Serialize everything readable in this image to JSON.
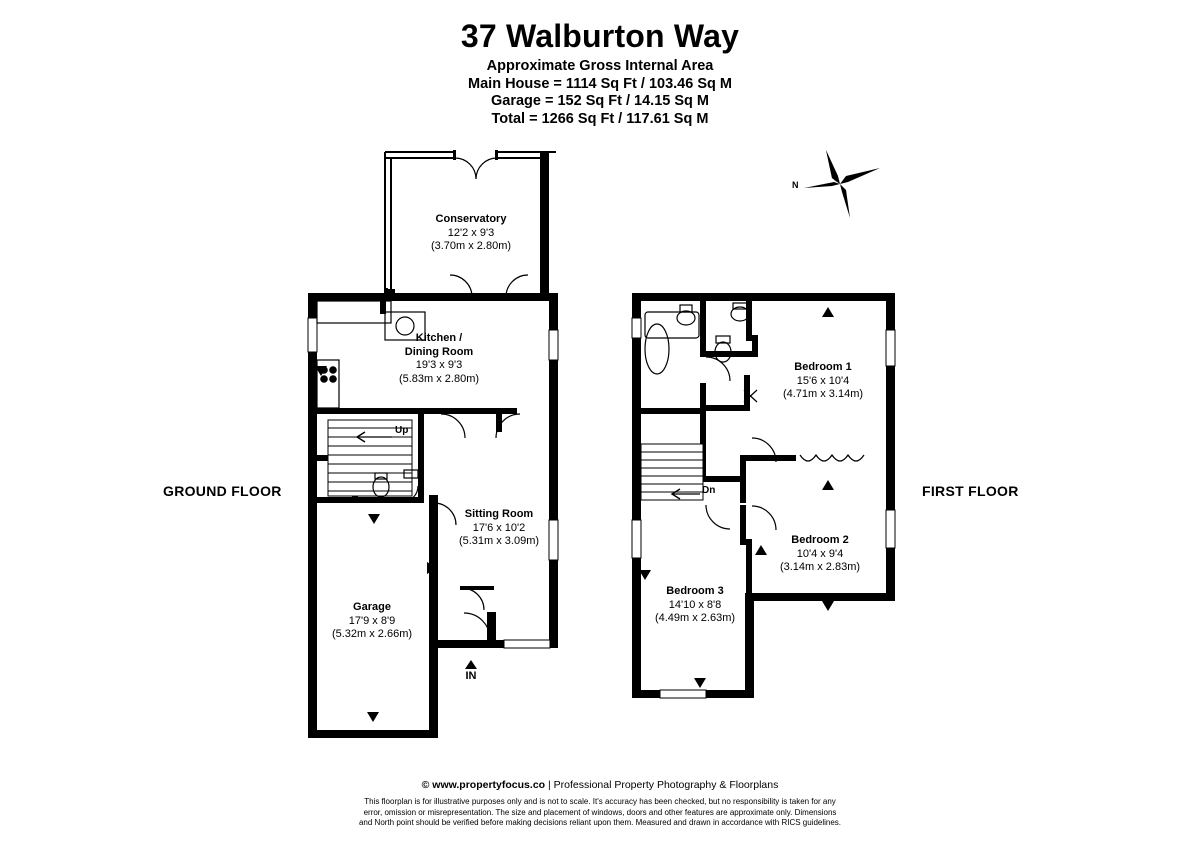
{
  "header": {
    "title": "37 Walburton Way",
    "area_lines": [
      "Approximate Gross Internal Area",
      "Main House = 1114 Sq Ft / 103.46 Sq M",
      "Garage = 152 Sq Ft / 14.15 Sq M",
      "Total = 1266 Sq Ft / 117.61 Sq M"
    ]
  },
  "floors": {
    "ground_label": "GROUND FLOOR",
    "first_label": "FIRST FLOOR"
  },
  "compass": {
    "north_label": "N"
  },
  "entrance": {
    "label": "IN"
  },
  "stairs": {
    "up": "Up",
    "down": "Dn"
  },
  "rooms": [
    {
      "id": "conservatory",
      "name": "Conservatory",
      "dim_imperial": "12'2 x 9'3",
      "dim_metric": "(3.70m x 2.80m)"
    },
    {
      "id": "kitchen-dining-room",
      "name": "Kitchen /\nDining Room",
      "name_line1": "Kitchen /",
      "name_line2": "Dining Room",
      "dim_imperial": "19'3 x 9'3",
      "dim_metric": "(5.83m x 2.80m)"
    },
    {
      "id": "sitting-room",
      "name": "Sitting Room",
      "dim_imperial": "17'6 x 10'2",
      "dim_metric": "(5.31m x 3.09m)"
    },
    {
      "id": "garage",
      "name": "Garage",
      "dim_imperial": "17'9 x 8'9",
      "dim_metric": "(5.32m x 2.66m)"
    },
    {
      "id": "bedroom-1",
      "name": "Bedroom 1",
      "dim_imperial": "15'6 x 10'4",
      "dim_metric": "(4.71m x 3.14m)"
    },
    {
      "id": "bedroom-2",
      "name": "Bedroom 2",
      "dim_imperial": "10'4 x 9'4",
      "dim_metric": "(3.14m x 2.83m)"
    },
    {
      "id": "bedroom-3",
      "name": "Bedroom 3",
      "dim_imperial": "14'10 x 8'8",
      "dim_metric": "(4.49m x 2.63m)"
    }
  ],
  "footer": {
    "copyright": "© www.propertyfocus.co",
    "separator": " | ",
    "tagline": "Professional Property Photography & Floorplans",
    "disclaimer_lines": [
      "This floorplan is for illustrative purposes only and is not to scale. It's accuracy has been checked, but no responsibility is taken for any",
      "error, omission or misrepresentation. The size and placement of windows, doors and other features are approximate only. Dimensions",
      "and North point should be verified before making decisions reliant upon them. Measured and drawn in accordance with RICS guidelines."
    ]
  },
  "colors": {
    "wall": "#000000",
    "background": "#ffffff",
    "fixture_stroke": "#000000"
  }
}
